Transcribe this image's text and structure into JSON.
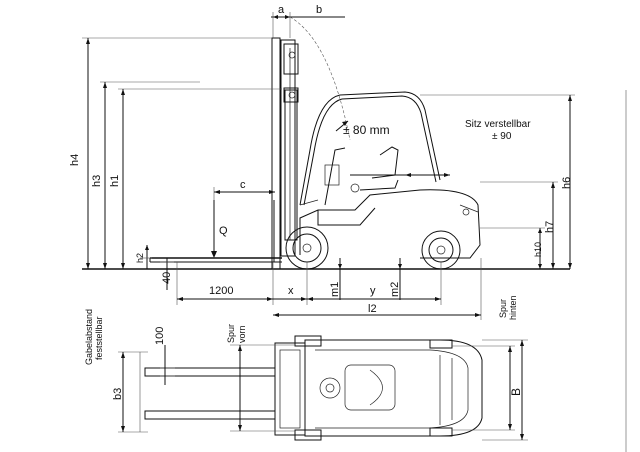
{
  "labels": {
    "a": "a",
    "b": "b",
    "h4": "h4",
    "h3": "h3",
    "h1": "h1",
    "h2": "h2",
    "h6": "h6",
    "h7": "h7",
    "h10": "h10",
    "c": "c",
    "Q": "Q",
    "dim_40": "40",
    "dim_1200": "1200",
    "x": "x",
    "m1": "m1",
    "y": "y",
    "m2": "m2",
    "l2": "l2",
    "seat_note_line1": "Sitz verstellbar",
    "seat_note_line2": "± 90",
    "tilt_note": "± 80 mm",
    "gabelabstand_line1": "Gabelabstand",
    "gabelabstand_line2": "feststellbar",
    "spur_vorn_line1": "Spur",
    "spur_vorn_line2": "vorn",
    "spur_hinten_line1": "Spur",
    "spur_hinten_line2": "hinten",
    "dim_100": "100",
    "b3": "b3",
    "B": "B"
  }
}
